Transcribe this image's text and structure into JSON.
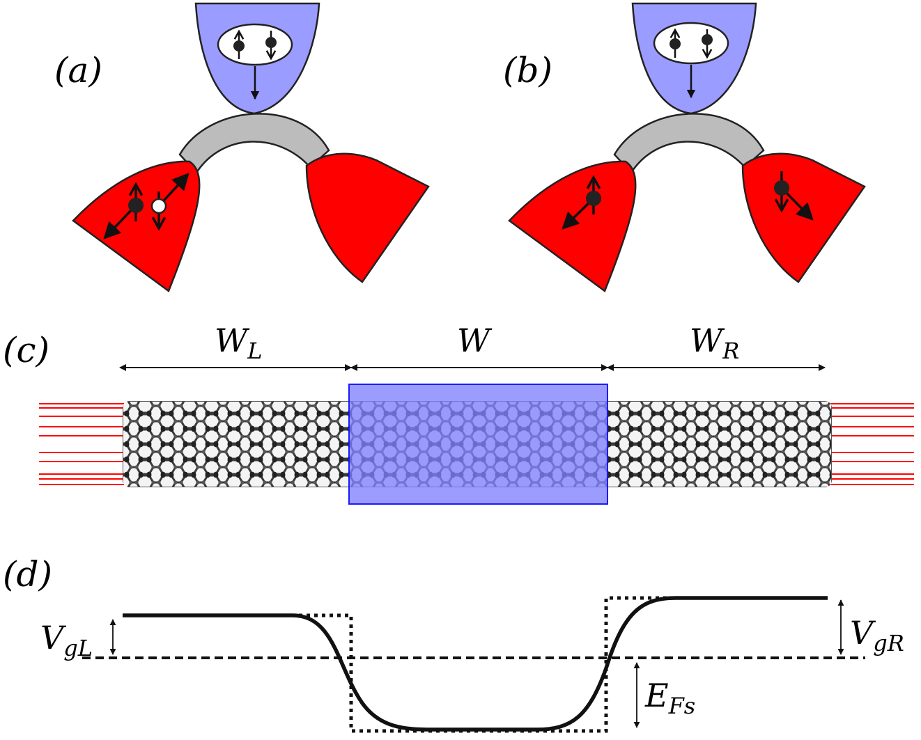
{
  "panels": {
    "a": {
      "label": "(a)"
    },
    "b": {
      "label": "(b)"
    },
    "c": {
      "label": "(c)",
      "widths": [
        {
          "main": "W",
          "sub": "L"
        },
        {
          "main": "W",
          "sub": ""
        },
        {
          "main": "W",
          "sub": "R"
        }
      ]
    },
    "d": {
      "label": "(d)",
      "annotations": [
        {
          "main": "V",
          "sub": "gL"
        },
        {
          "main": "V",
          "sub": "gR"
        },
        {
          "main": "E",
          "sub": "Fs"
        }
      ]
    }
  },
  "colors": {
    "superconductor": "#9a9cff",
    "lead": "#ff0000",
    "junction": "#bcbcbc",
    "gate_region": "#8080ff",
    "gate_edge": "#1a1aff",
    "lattice": "#3a3a3a",
    "electron": "#222222",
    "hole": "#ffffff"
  },
  "icons": [
    "spin-up-arrow-icon",
    "spin-down-arrow-icon",
    "electron-dot-icon",
    "hole-dot-icon",
    "direction-arrow-icon"
  ]
}
